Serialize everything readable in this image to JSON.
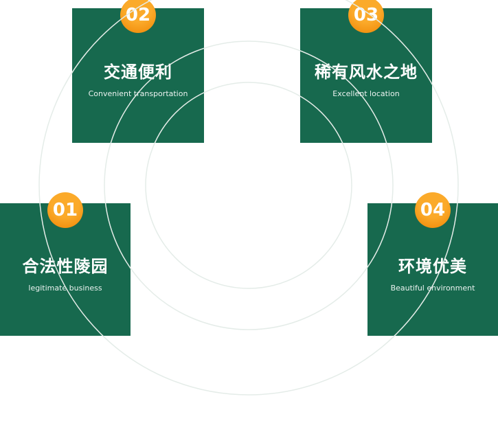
{
  "colors": {
    "card_bg": "#17694e",
    "badge_top": "#fbaa2a",
    "badge_bottom": "#ee8504",
    "arc": "#e4ece8",
    "text_white": "#ffffff"
  },
  "cards": [
    {
      "number": "01",
      "title": "合法性陵园",
      "subtitle": "legitimate business"
    },
    {
      "number": "02",
      "title": "交通便利",
      "subtitle": "Convenient transportation"
    },
    {
      "number": "03",
      "title": "稀有风水之地",
      "subtitle": "Excellent location"
    },
    {
      "number": "04",
      "title": "环境优美",
      "subtitle": "Beautiful environment"
    }
  ]
}
